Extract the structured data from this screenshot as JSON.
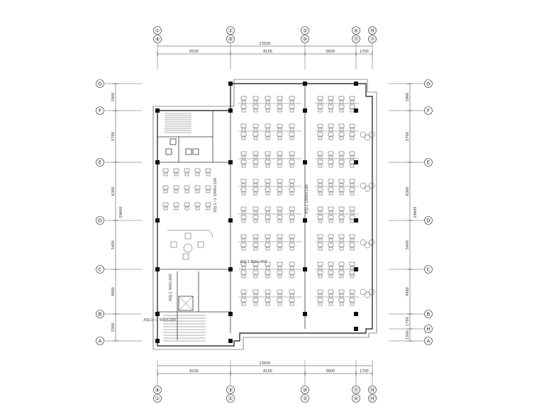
{
  "drawing": {
    "top_axes": [
      {
        "upper": "①",
        "lower": "⑧"
      },
      {
        "upper": "②",
        "lower": "⑨"
      },
      {
        "upper": "③",
        "lower": "⑩"
      },
      {
        "upper": "④",
        "lower": "⑪"
      },
      {
        "upper": "⑭",
        "lower": "⑪"
      }
    ],
    "bottom_axes": [
      {
        "upper": "⑧",
        "lower": "①"
      },
      {
        "upper": "⑨",
        "lower": "②"
      },
      {
        "upper": "⑩",
        "lower": "③"
      },
      {
        "upper": "⑪",
        "lower": "④"
      },
      {
        "upper": "⑭",
        "lower": "⑭"
      }
    ],
    "left_axes": [
      "G",
      "F",
      "E",
      "D",
      "C",
      "B",
      "A"
    ],
    "right_axes": [
      "G",
      "F",
      "E",
      "D",
      "C",
      "B",
      "H",
      "A"
    ],
    "top_total_dim": "23500",
    "top_spans": [
      "8100",
      "8100",
      "5600",
      "1700"
    ],
    "bottom_total_dim": "23500",
    "bottom_spans": [
      "8100",
      "8100",
      "5600",
      "1700"
    ],
    "left_total_dim": "29400",
    "left_spans": [
      "2900",
      "5700",
      "6300",
      "5400",
      "4900",
      "3300"
    ],
    "right_total_dim": "29400",
    "right_spans": [
      "2900",
      "5700",
      "6300",
      "5400",
      "4900",
      "1700",
      "1500"
    ],
    "notes": {
      "duct_a": "XQJ-1~2 1000×100",
      "duct_b": "XQJ-2 1000×100",
      "duct_c": "XQJ-1 800×400",
      "duct_d": "XQJ-1 300×200",
      "duct_e": "XQJ-1~3 500×200"
    }
  }
}
